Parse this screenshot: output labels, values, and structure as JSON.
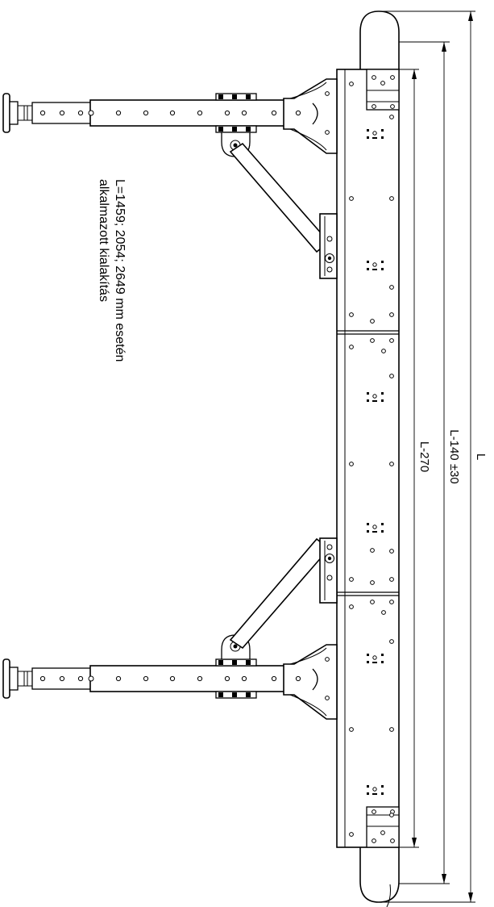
{
  "dimensions": {
    "overall_label": "L",
    "middle_label": "L-140 ±30",
    "inner_label": "L-270"
  },
  "note": {
    "line1": "L=1459; 2054; 2649 mm esetén",
    "line2": "alkalmazott kialakítás"
  }
}
